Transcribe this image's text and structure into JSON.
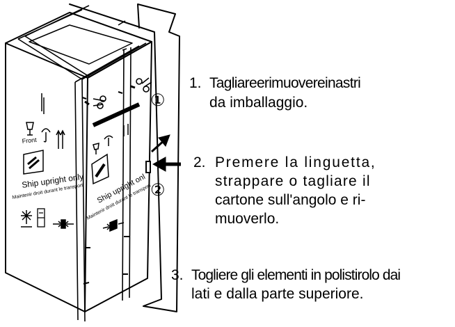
{
  "steps": [
    {
      "number": "1.",
      "lines": [
        "Tagliareerimuovereinastri",
        "da imballaggio."
      ]
    },
    {
      "number": "2.",
      "lines": [
        "Premere la linguetta,",
        "strappare o tagliare il",
        "cartone sull'angolo e ri-",
        "muoverlo."
      ]
    },
    {
      "number": "3.",
      "lines": [
        "Togliere gli elementi in polistirolo dai",
        "lati e dalla parte superiore."
      ]
    }
  ],
  "callouts": [
    "①",
    "②"
  ],
  "box_printing": {
    "front_label": "Front",
    "ship_upright": "Ship upright only",
    "maintenir": "Maintenir droit durant le transport",
    "ship_upright_side": "Ship upright onl",
    "maintenir_side": "Maintenir droit durant le transport"
  },
  "colors": {
    "ink": "#000000",
    "paper": "#ffffff"
  }
}
